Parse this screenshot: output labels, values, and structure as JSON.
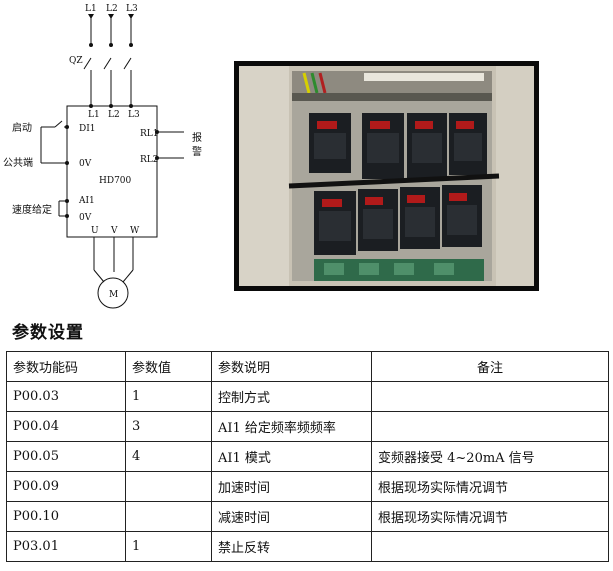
{
  "diagram": {
    "phase_labels": [
      "L1",
      "L2",
      "L3"
    ],
    "breaker_label": "QZ",
    "input_terminals": [
      "L1",
      "L2",
      "L3"
    ],
    "left_labels": {
      "start": "启动",
      "common": "公共端",
      "speed": "速度给定"
    },
    "left_terminals": {
      "di1": "DI1",
      "ov1": "0V",
      "ai1": "AI1",
      "ov2": "0V"
    },
    "model": "HD700",
    "relay_terminals": [
      "RL1",
      "RL2"
    ],
    "alarm_label": [
      "报",
      "警"
    ],
    "output_terminals": [
      "U",
      "V",
      "W"
    ],
    "motor_label": "M"
  },
  "photo": {
    "subject": "inverter-cabinet-photo"
  },
  "section_title": "参数设置",
  "table": {
    "headers": [
      "参数功能码",
      "参数值",
      "参数说明",
      "备注"
    ],
    "rows": [
      [
        "P00.03",
        "1",
        "控制方式",
        ""
      ],
      [
        "P00.04",
        "3",
        "AI1 给定频率频频率",
        ""
      ],
      [
        "P00.05",
        "4",
        "AI1 模式",
        "变频器接受 4~20mA 信号"
      ],
      [
        "P00.09",
        "",
        "加速时间",
        "根据现场实际情况调节"
      ],
      [
        "P00.10",
        "",
        "减速时间",
        "根据现场实际情况调节"
      ],
      [
        "P03.01",
        "1",
        "禁止反转",
        ""
      ]
    ]
  }
}
